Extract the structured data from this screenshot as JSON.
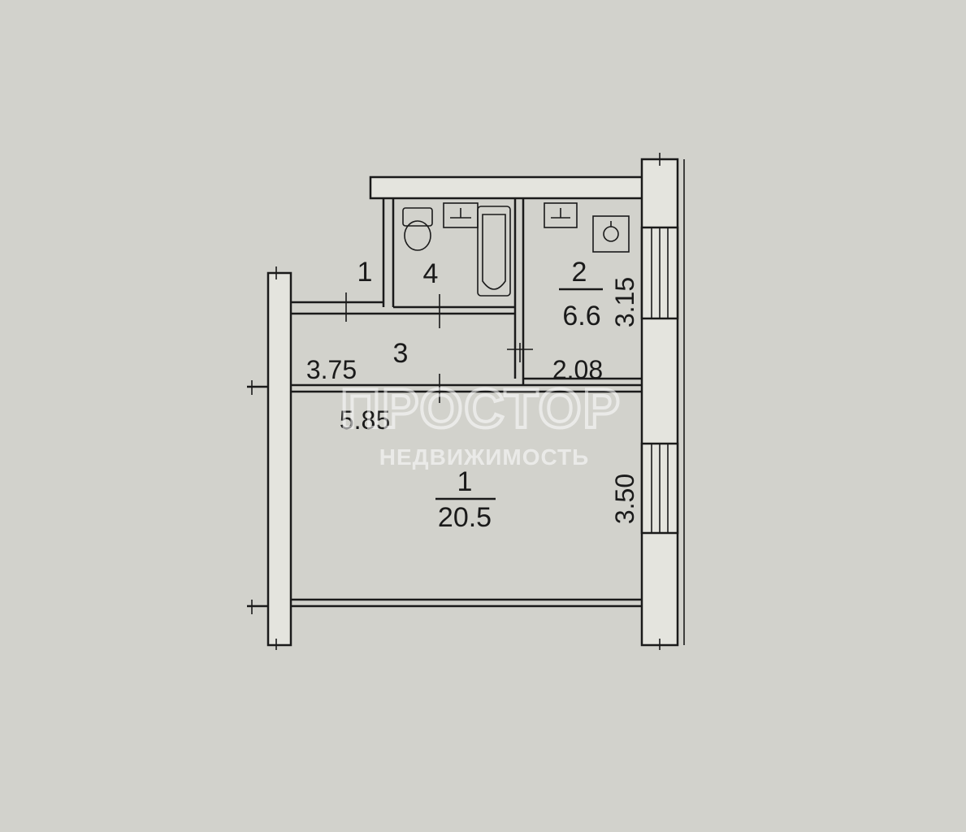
{
  "rooms": [
    {
      "number": "1",
      "area": "20.5"
    },
    {
      "number": "2",
      "area": "6.6"
    },
    {
      "number": "3"
    },
    {
      "number": "4"
    }
  ],
  "room1_small_label": "1",
  "dimensions": {
    "d_3_75": "3.75",
    "d_2_08": "2.08",
    "d_5_85": "5.85",
    "d_3_15": "3.15",
    "d_3_50": "3.50"
  },
  "watermark": {
    "brand": "ПРОСТОР",
    "subtitle": "НЕДВИЖИМОСТЬ"
  },
  "colors": {
    "background": "#d2d2cc",
    "ink": "#1a1a1a",
    "wall_fill": "#e4e4de",
    "watermark": "#ffffff"
  }
}
